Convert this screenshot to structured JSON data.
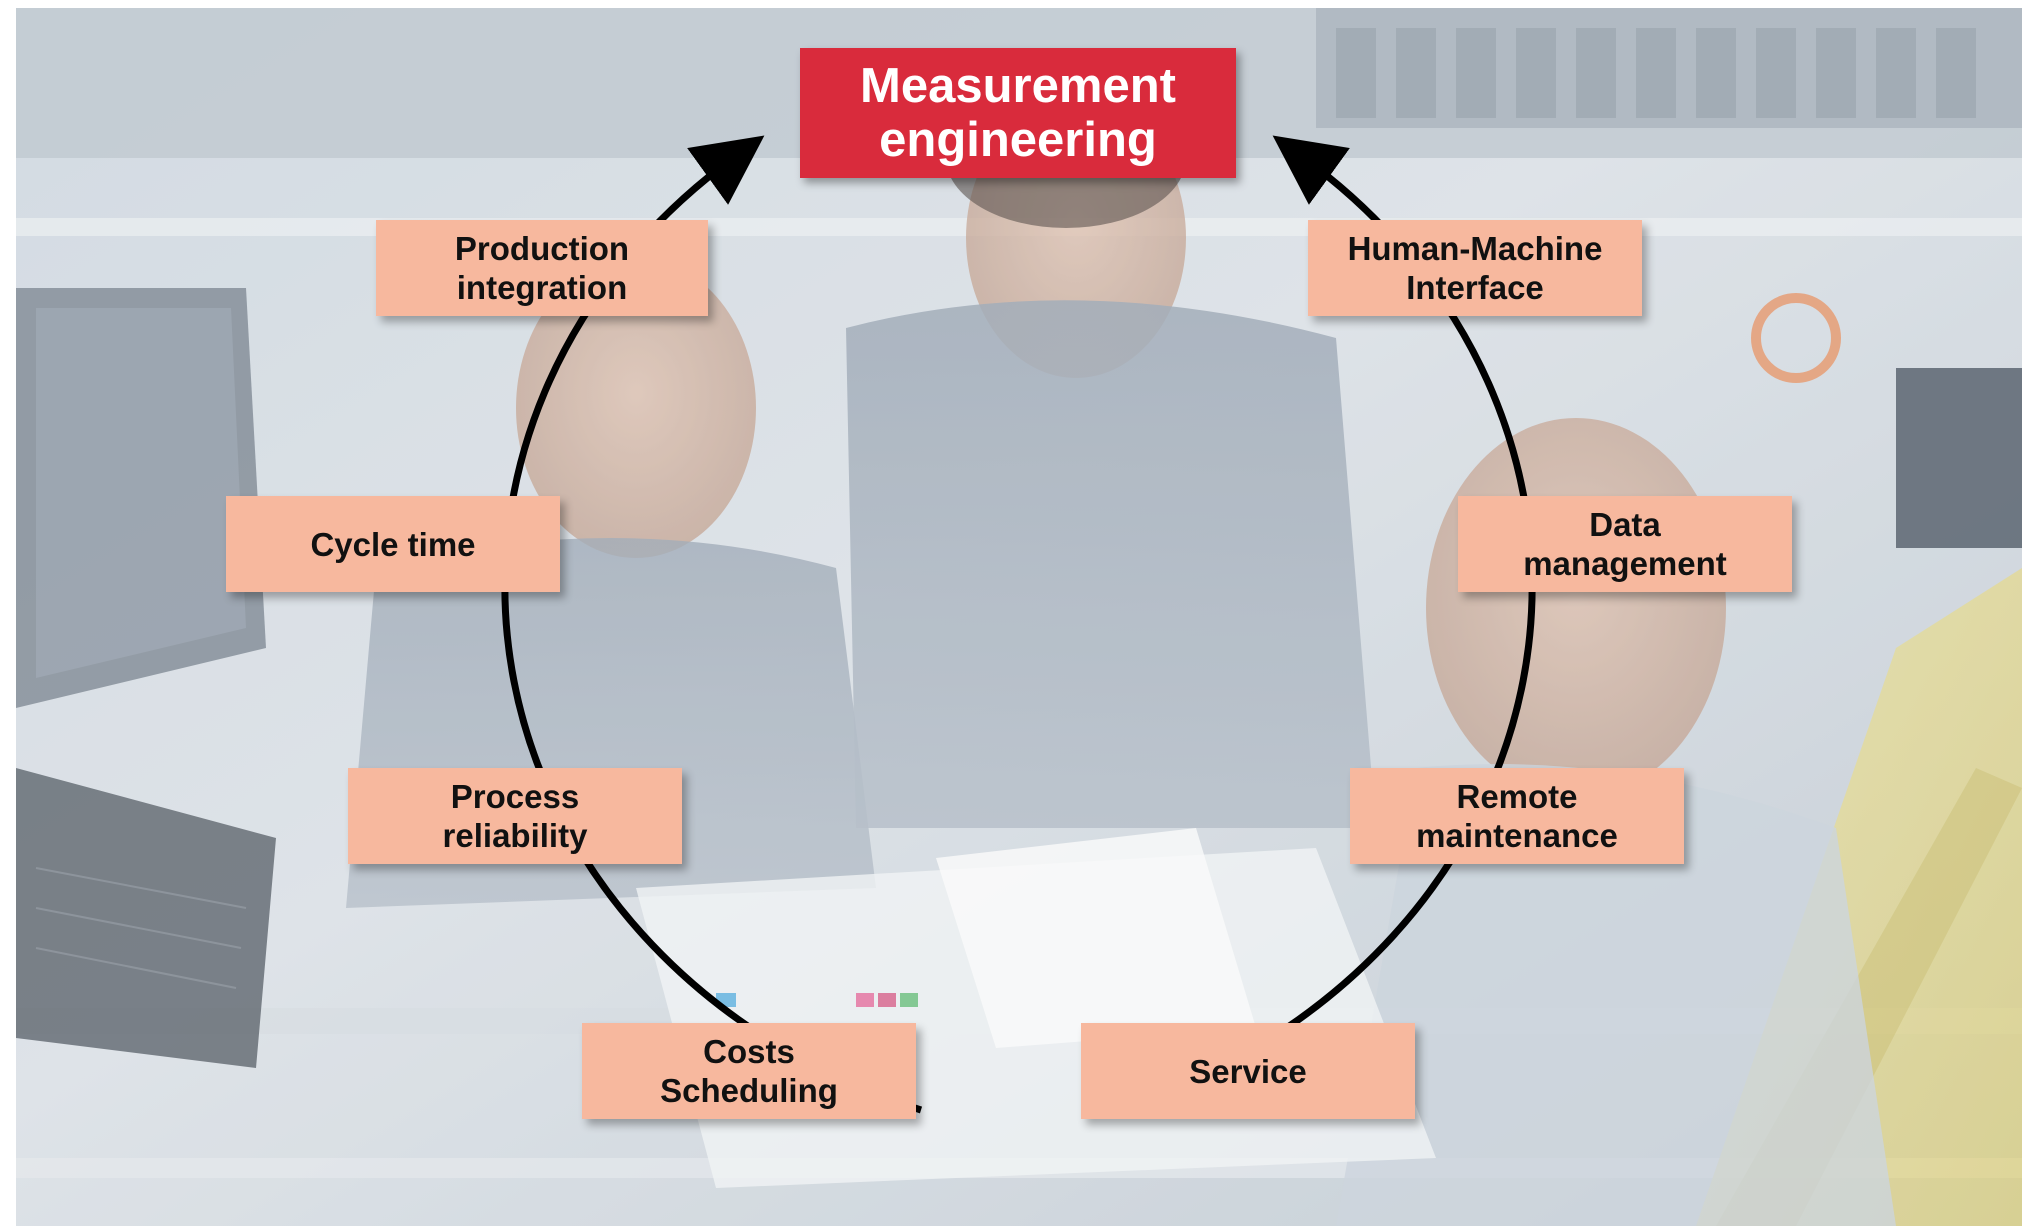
{
  "title": {
    "line1": "Measurement",
    "line2": "engineering"
  },
  "nodes": [
    {
      "id": "production-integration",
      "lines": [
        "Production",
        "integration"
      ]
    },
    {
      "id": "human-machine-interface",
      "lines": [
        "Human-Machine",
        "Interface"
      ]
    },
    {
      "id": "cycle-time",
      "lines": [
        "Cycle time"
      ]
    },
    {
      "id": "data-management",
      "lines": [
        "Data",
        "management"
      ]
    },
    {
      "id": "process-reliability",
      "lines": [
        "Process",
        "reliability"
      ]
    },
    {
      "id": "remote-maintenance",
      "lines": [
        "Remote",
        "maintenance"
      ]
    },
    {
      "id": "costs-scheduling",
      "lines": [
        "Costs",
        "Scheduling"
      ]
    },
    {
      "id": "service",
      "lines": [
        "Service"
      ]
    }
  ],
  "colors": {
    "title_fill": "#d92b3c",
    "node_fill": "#f7b89e",
    "cycle_stroke": "#000000"
  },
  "background": "photo-collage-engineers-at-workstation"
}
